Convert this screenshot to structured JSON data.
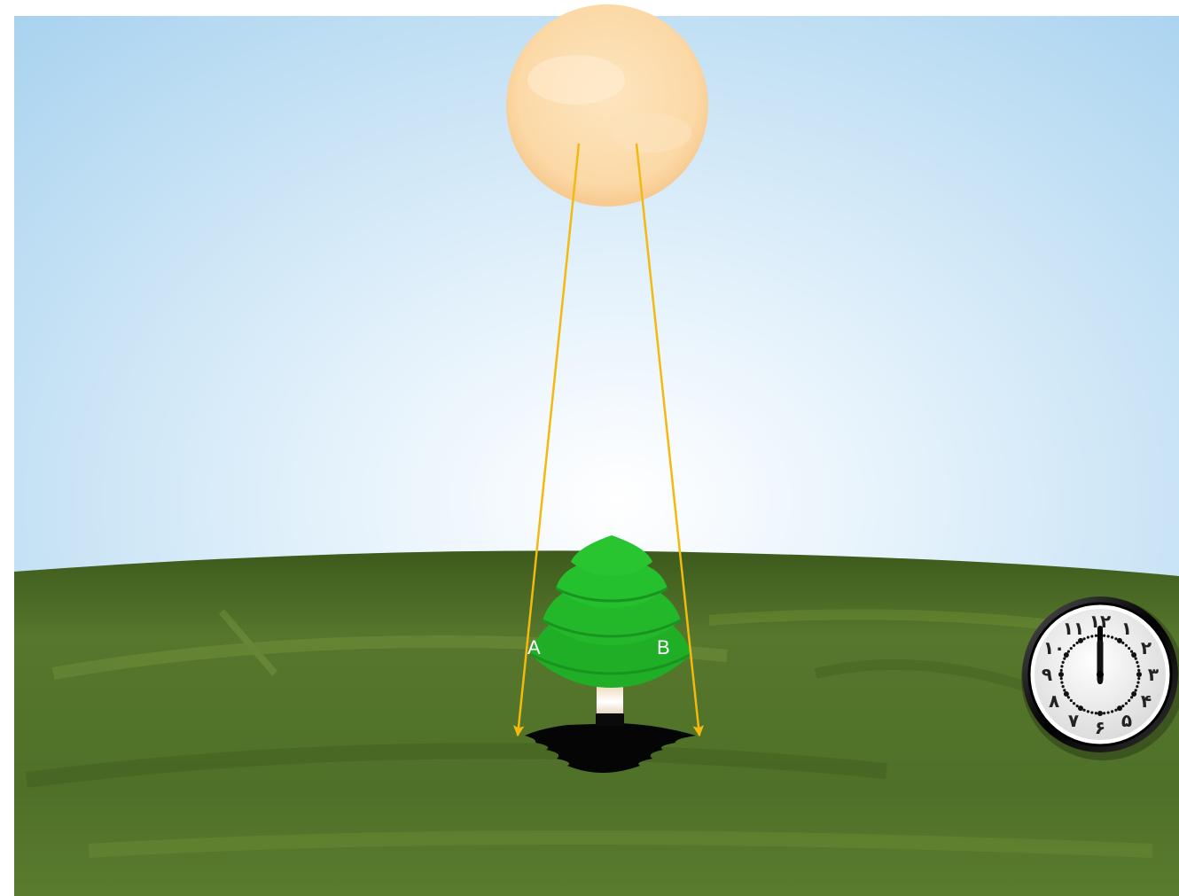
{
  "scene": {
    "sun_color": "#fbd9a8",
    "sky_top": "#a8d2ee",
    "sky_center": "#ffffff",
    "ground_color": "#4f6e2a",
    "tree_color": "#22b628",
    "ray_color": "#f3b90f"
  },
  "rays": {
    "label_a": "A",
    "label_b": "B"
  },
  "clock": {
    "numerals": [
      "۱۲",
      "۱",
      "۲",
      "۳",
      "۴",
      "۵",
      "۶",
      "۷",
      "۸",
      "۹",
      "۱۰",
      "۱۱"
    ],
    "hour": 12,
    "minute": 0
  }
}
